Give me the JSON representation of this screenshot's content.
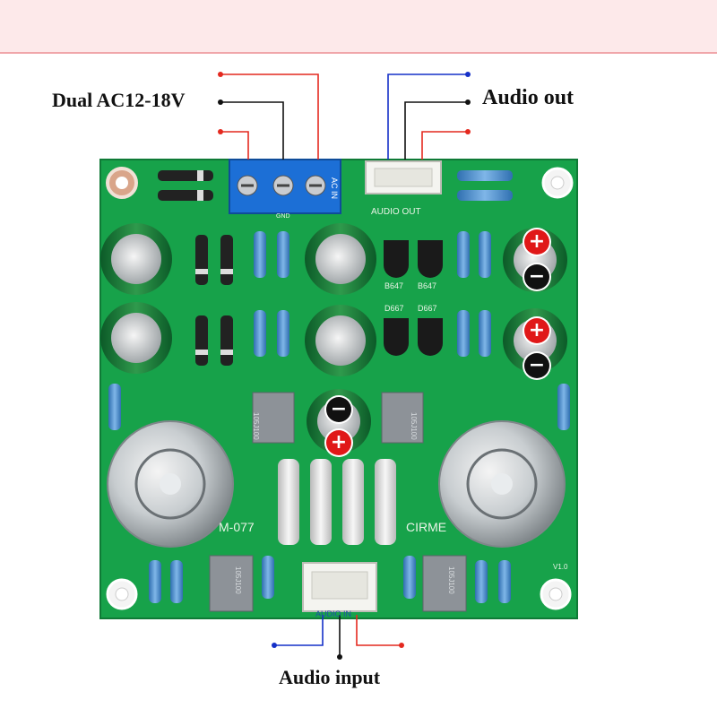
{
  "labels": {
    "power_input": "Dual AC12-18V",
    "audio_out": "Audio out",
    "audio_input": "Audio input"
  },
  "board": {
    "connector_power": "AC IN",
    "connector_out": "AUDIO OUT",
    "connector_in": "AUDIO IN",
    "gnd": "GND",
    "model_left": "M-077",
    "model_right": "CIRME",
    "version": "V1.0",
    "transistors": [
      "B647",
      "B647",
      "D667",
      "D667"
    ],
    "capacitor_marking": "105J100"
  },
  "markers": {
    "plus": "+",
    "minus": "−"
  },
  "colors": {
    "pcb": "#18a34a",
    "wire_red": "#e4291f",
    "wire_black": "#111111",
    "wire_blue": "#1530c8",
    "terminal_blue": "#1c6fd6"
  }
}
